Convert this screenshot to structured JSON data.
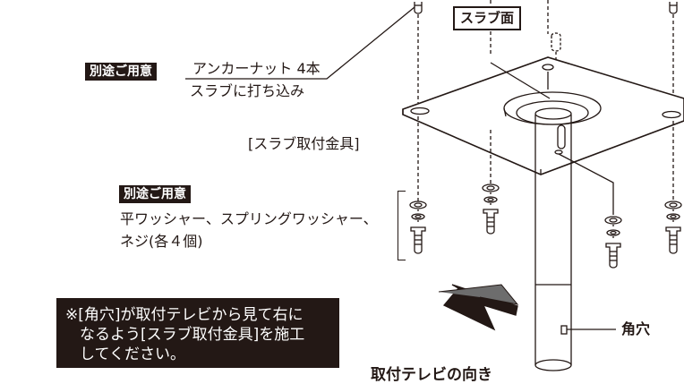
{
  "labels": {
    "slab_surface": "スラブ面",
    "separately_prepared_1": "別途ご用意",
    "anchor_nut": "アンカーナット 4本",
    "anchor_nut_sub": "スラブに打ち込み",
    "slab_bracket": "[スラブ取付金具]",
    "separately_prepared_2": "別途ご用意",
    "washers_line1": "平ワッシャー、スプリングワッシャー、",
    "washers_line2": "ネジ(各４個)",
    "square_hole": "角穴",
    "tv_direction": "取付テレビの向き"
  },
  "notice": {
    "line1": "※[角穴]が取付テレビから見て右に",
    "line2": "なるよう[スラブ取付金具]を施工",
    "line3": "してください。"
  },
  "colors": {
    "ink": "#231815",
    "arrow_fill": "#231815",
    "background": "#ffffff"
  }
}
